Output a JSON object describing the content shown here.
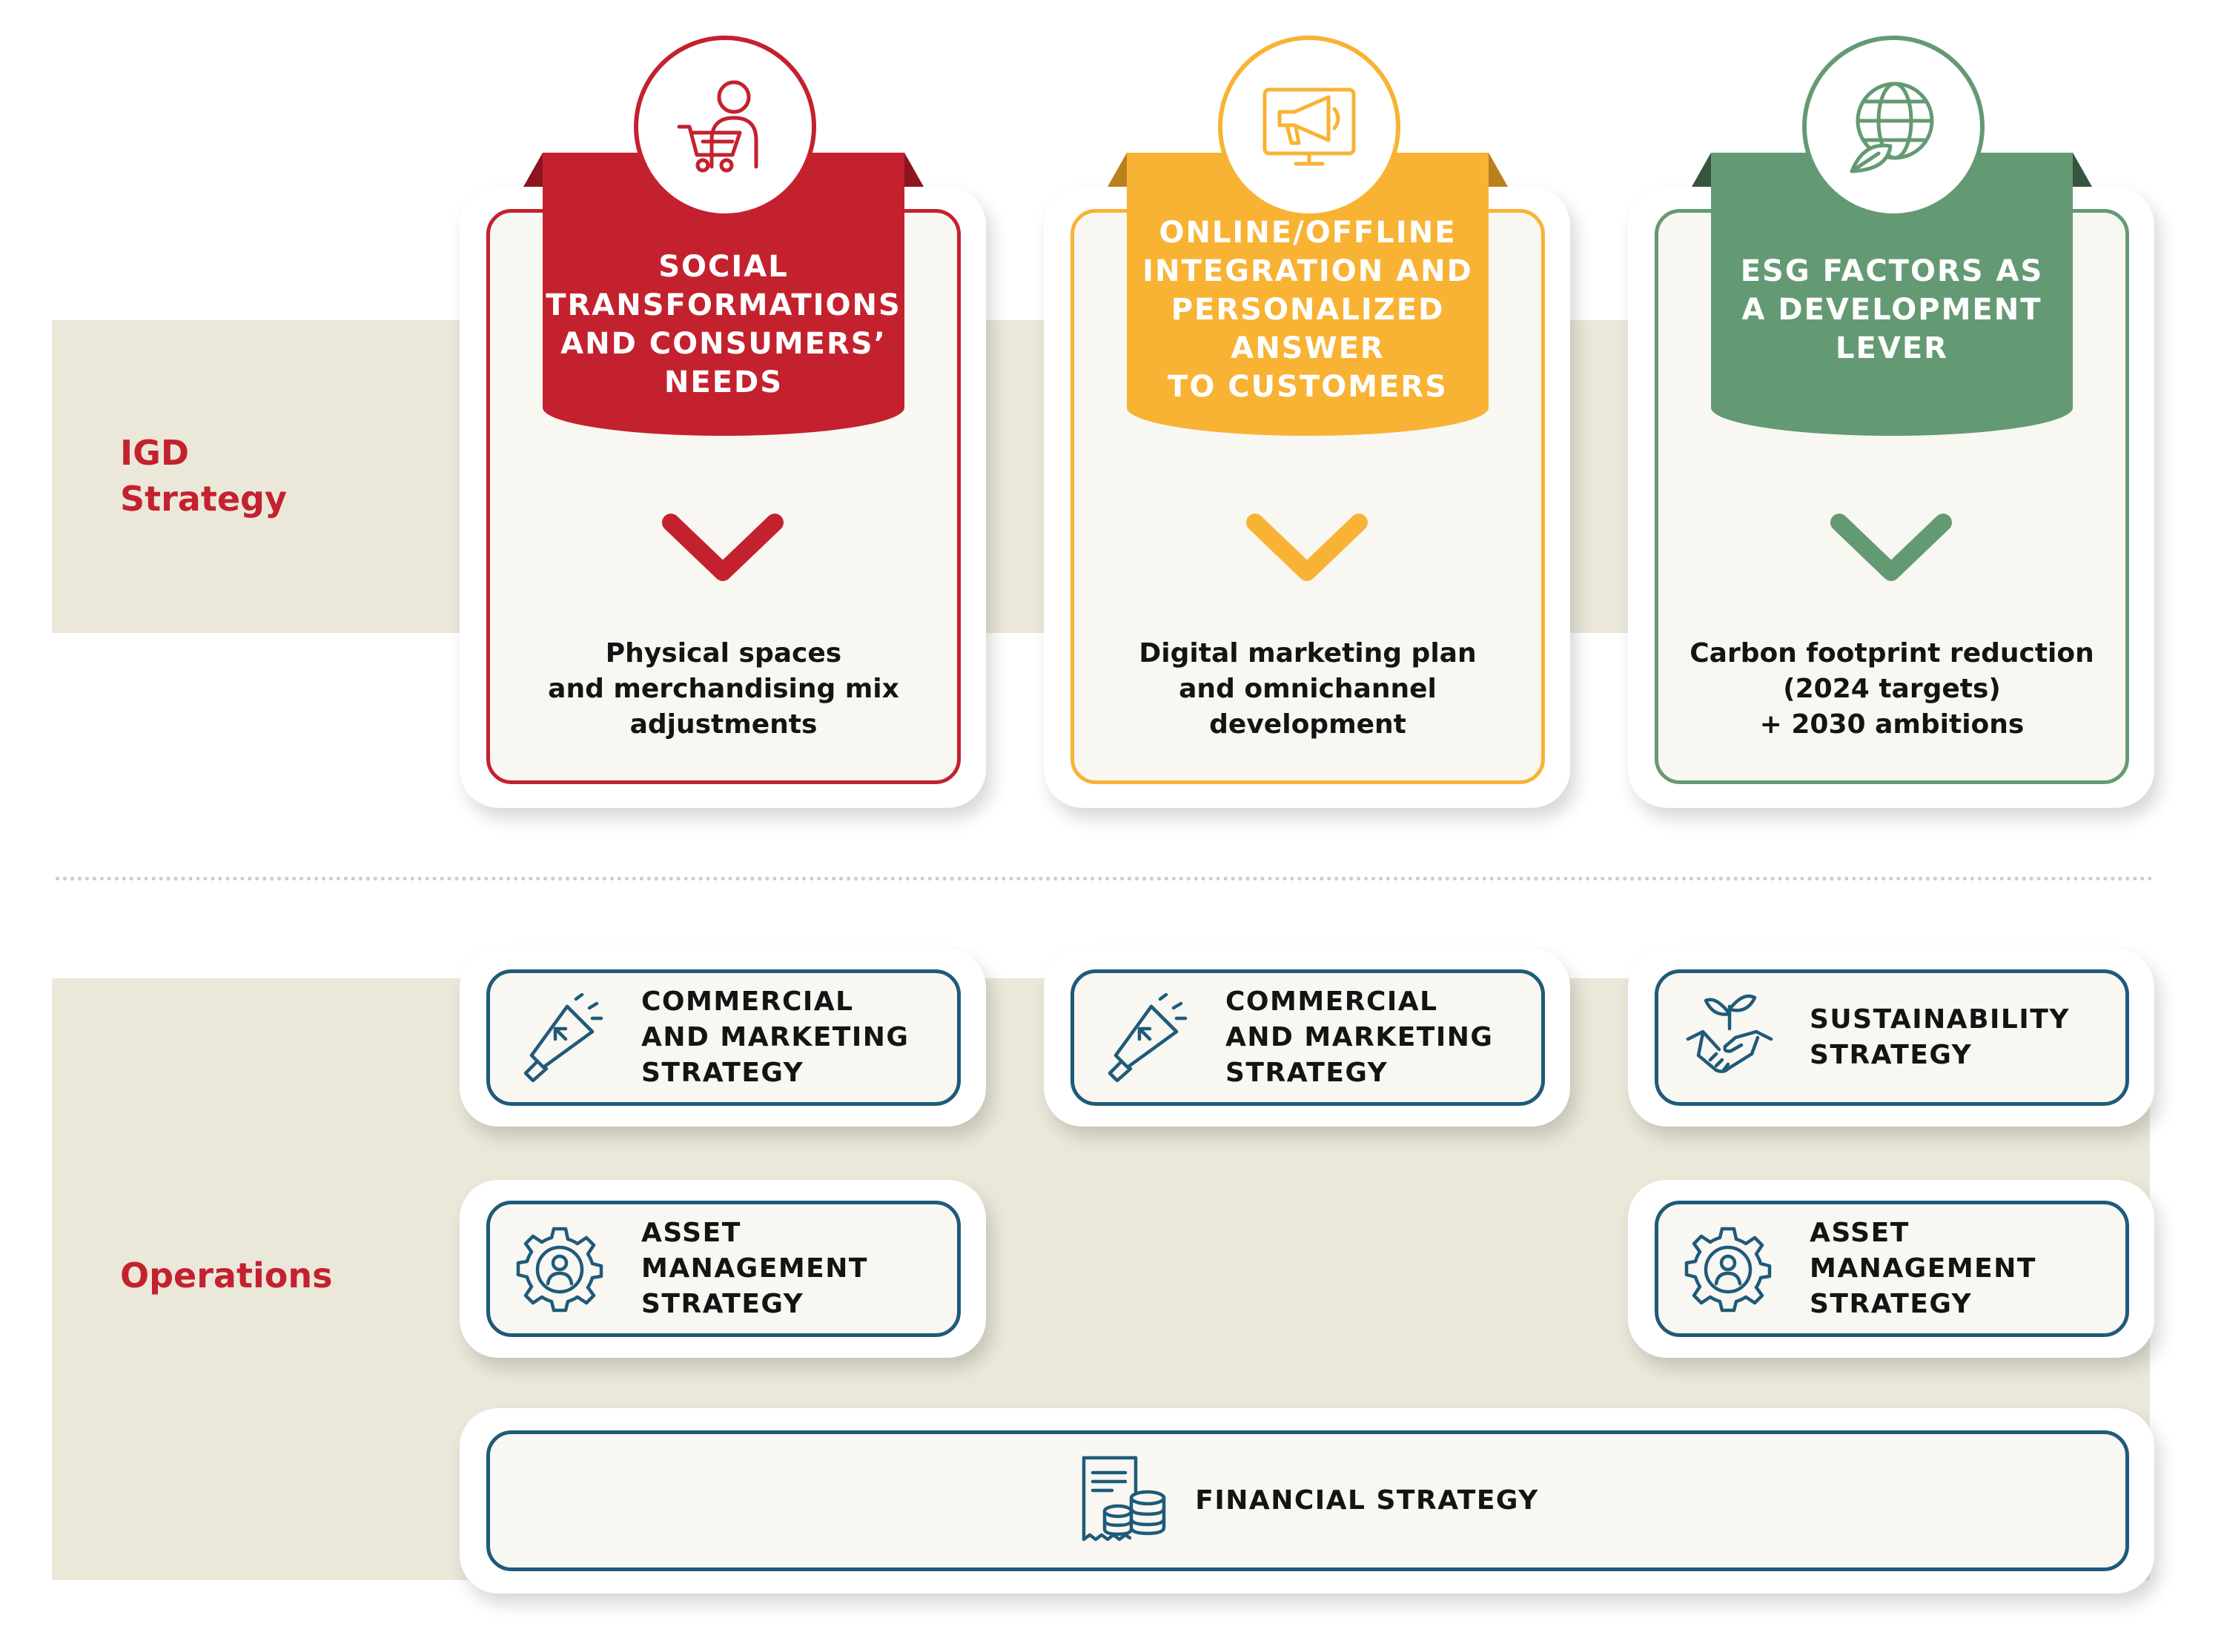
{
  "sections": {
    "strategy_label": [
      "IGD",
      "Strategy"
    ],
    "operations_label": "Operations"
  },
  "colors": {
    "red": "#c4212f",
    "yellow": "#f8b334",
    "green": "#649a73",
    "navy": "#1f5a7a",
    "beige": "#ebe8da"
  },
  "pillars": [
    {
      "title": "SOCIAL\nTRANSFORMATIONS\nAND CONSUMERS’\nNEEDS",
      "icon": "shopping-cart-person-icon",
      "description": "Physical spaces\nand merchandising mix\nadjustments"
    },
    {
      "title": "ONLINE/OFFLINE\nINTEGRATION AND\nPERSONALIZED\nANSWER\nTO CUSTOMERS",
      "icon": "computer-megaphone-icon",
      "description": "Digital marketing plan\nand omnichannel\ndevelopment"
    },
    {
      "title": "ESG FACTORS AS\nA DEVELOPMENT\nLEVER",
      "icon": "globe-leaf-icon",
      "description": "Carbon footprint reduction\n(2024 targets)\n+ 2030 ambitions"
    }
  ],
  "operations": {
    "commercial_1": {
      "label": "COMMERCIAL\nAND MARKETING\nSTRATEGY",
      "icon": "megaphone-icon"
    },
    "commercial_2": {
      "label": "COMMERCIAL\nAND MARKETING\nSTRATEGY",
      "icon": "megaphone-icon"
    },
    "sustainability": {
      "label": "SUSTAINABILITY\nSTRATEGY",
      "icon": "handshake-plant-icon"
    },
    "asset_1": {
      "label": "ASSET\nMANAGEMENT\nSTRATEGY",
      "icon": "gear-person-icon"
    },
    "asset_2": {
      "label": "ASSET\nMANAGEMENT\nSTRATEGY",
      "icon": "gear-person-icon"
    },
    "financial": {
      "label": "FINANCIAL STRATEGY",
      "icon": "invoice-coins-icon"
    }
  }
}
